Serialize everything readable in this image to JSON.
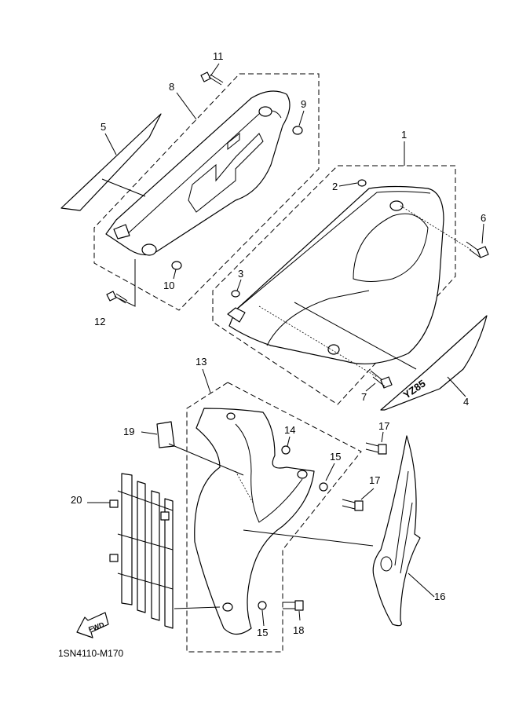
{
  "callouts": [
    {
      "id": "1",
      "text": "1"
    },
    {
      "id": "2",
      "text": "2"
    },
    {
      "id": "3",
      "text": "3"
    },
    {
      "id": "4",
      "text": "4"
    },
    {
      "id": "5",
      "text": "5"
    },
    {
      "id": "6",
      "text": "6"
    },
    {
      "id": "7",
      "text": "7"
    },
    {
      "id": "8",
      "text": "8"
    },
    {
      "id": "9",
      "text": "9"
    },
    {
      "id": "10",
      "text": "10"
    },
    {
      "id": "11",
      "text": "11"
    },
    {
      "id": "12",
      "text": "12"
    },
    {
      "id": "13",
      "text": "13"
    },
    {
      "id": "14",
      "text": "14"
    },
    {
      "id": "15a",
      "text": "15"
    },
    {
      "id": "15b",
      "text": "15"
    },
    {
      "id": "16",
      "text": "16"
    },
    {
      "id": "17a",
      "text": "17"
    },
    {
      "id": "17b",
      "text": "17"
    },
    {
      "id": "18",
      "text": "18"
    },
    {
      "id": "19",
      "text": "19"
    },
    {
      "id": "20",
      "text": "20"
    }
  ],
  "decal_text": "YZ85",
  "fwd_arrow": "FWD",
  "diagram_code": "1SN4110-M170"
}
